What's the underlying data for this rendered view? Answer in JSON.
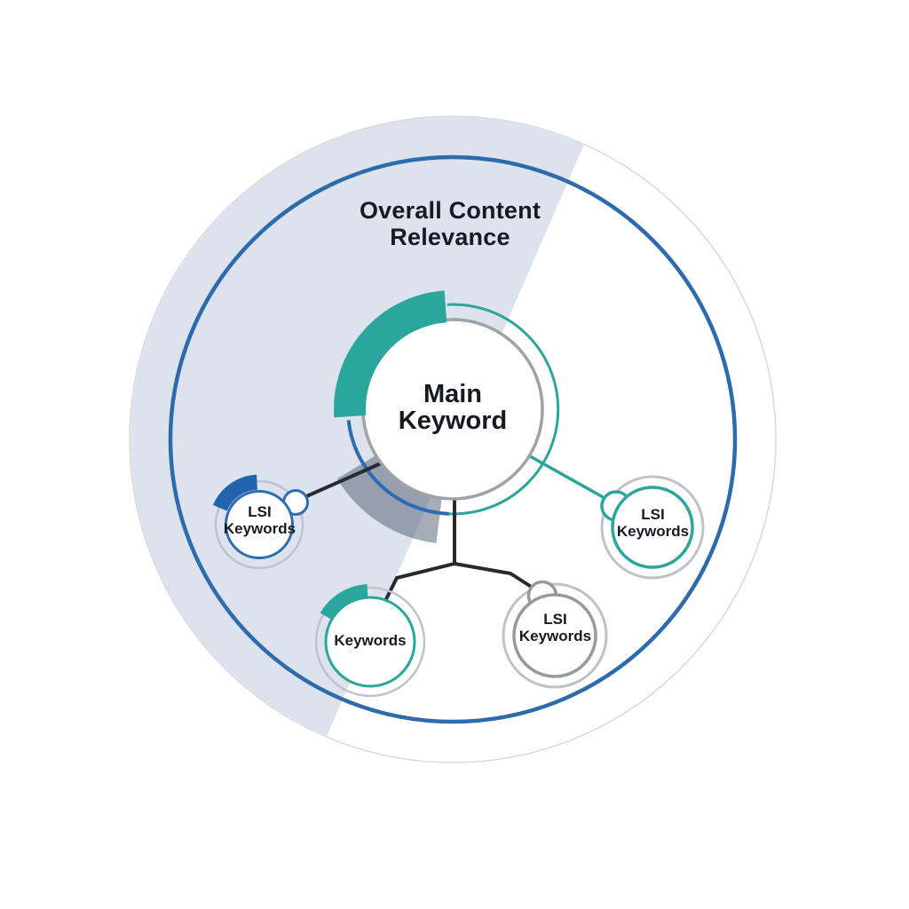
{
  "diagram": {
    "title": "Overall Content Relevance",
    "hub": {
      "label": "Main Keyword"
    },
    "nodes": [
      {
        "id": "lsi-left",
        "label": "LSI Keywords"
      },
      {
        "id": "lsi-right",
        "label": "LSI Keywords"
      },
      {
        "id": "keywords-bottom",
        "label": "Keywords"
      },
      {
        "id": "lsi-bottom",
        "label": "LSI Keywords"
      }
    ]
  },
  "colors": {
    "background": "#ffffff",
    "wedge_fill": "#dce3ed",
    "outer_circle_stroke": "#d6dae0",
    "blue_ring": "#2e6bad",
    "teal": "#2aa69d",
    "hub_blue_arc": "#2d6cb5",
    "hub_circle_stroke": "#9ea3a8",
    "shadow_arc": "rgba(80,92,112,0.5)",
    "connector_dark": "#262b33",
    "node_blue": "#2e6cb0",
    "node_blue_band": "#2263ae",
    "node_gray": "#969a9f",
    "ring_gray": "#bfc3c9",
    "text": "#171a20"
  }
}
